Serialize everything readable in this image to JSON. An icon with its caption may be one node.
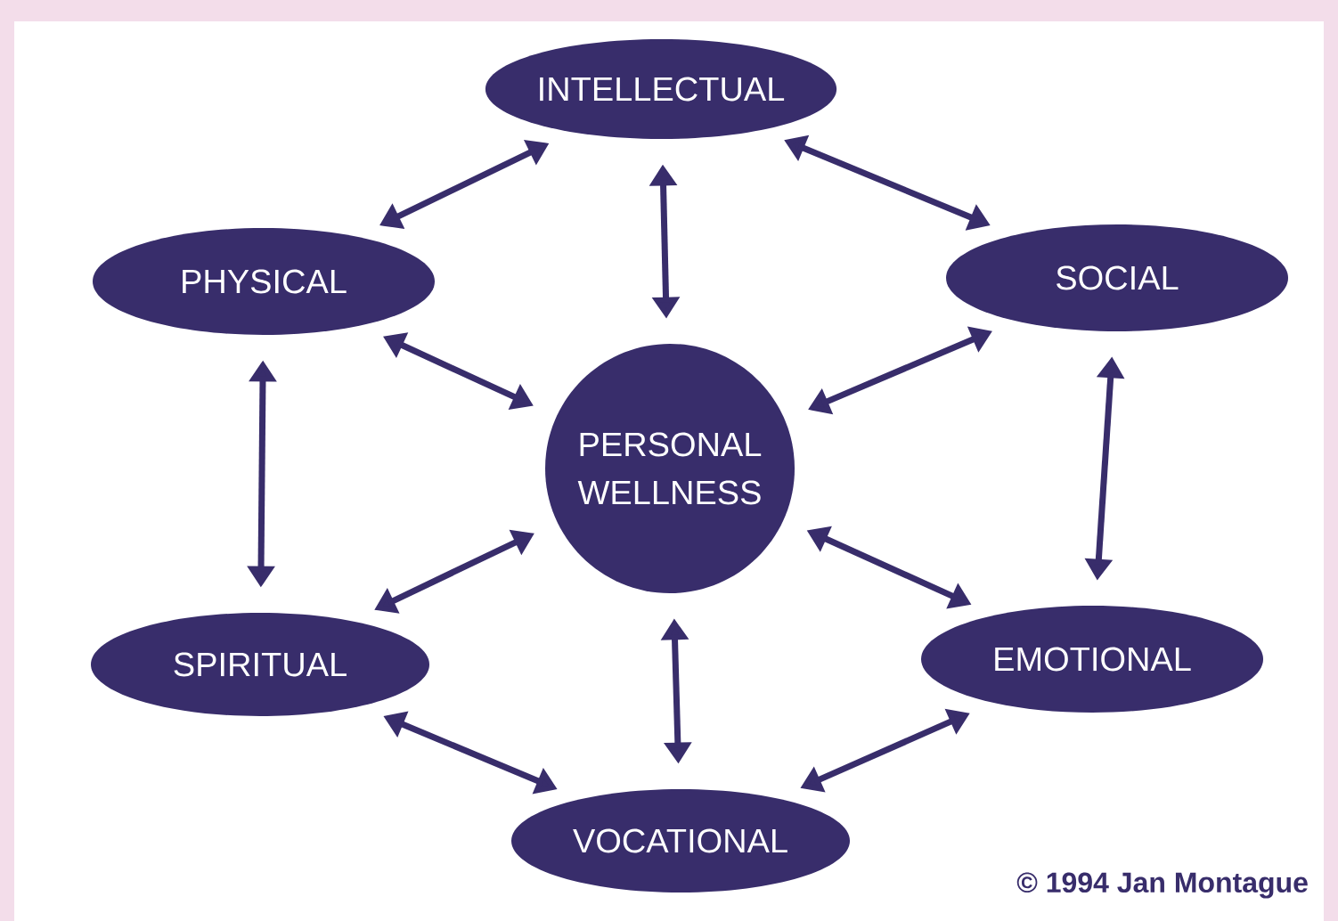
{
  "diagram": {
    "nodes": [
      {
        "text": [
          "INTELLECTUAL"
        ]
      },
      {
        "text": [
          "PHYSICAL"
        ]
      },
      {
        "text": [
          "SOCIAL"
        ]
      },
      {
        "text": [
          "PERSONAL WELLNESS"
        ]
      },
      {
        "text": [
          "SPIRITUAL"
        ]
      },
      {
        "text": [
          "EMOTIONAL"
        ]
      },
      {
        "text": [
          "VOCATIONAL"
        ]
      }
    ],
    "edges": [
      {
        "from": 0,
        "to": 1,
        "arrow": "both"
      },
      {
        "from": 0,
        "to": 2,
        "arrow": "both"
      },
      {
        "from": 0,
        "to": 3,
        "arrow": "both"
      },
      {
        "from": 1,
        "to": 3,
        "arrow": "both"
      },
      {
        "from": 2,
        "to": 3,
        "arrow": "both"
      },
      {
        "from": 1,
        "to": 4,
        "arrow": "both"
      },
      {
        "from": 2,
        "to": 5,
        "arrow": "both"
      },
      {
        "from": 4,
        "to": 3,
        "arrow": "both"
      },
      {
        "from": 5,
        "to": 3,
        "arrow": "both"
      },
      {
        "from": 6,
        "to": 3,
        "arrow": "both"
      },
      {
        "from": 4,
        "to": 6,
        "arrow": "both"
      },
      {
        "from": 5,
        "to": 6,
        "arrow": "both"
      }
    ],
    "labels": [
      "© 1994 Jan Montague"
    ]
  }
}
